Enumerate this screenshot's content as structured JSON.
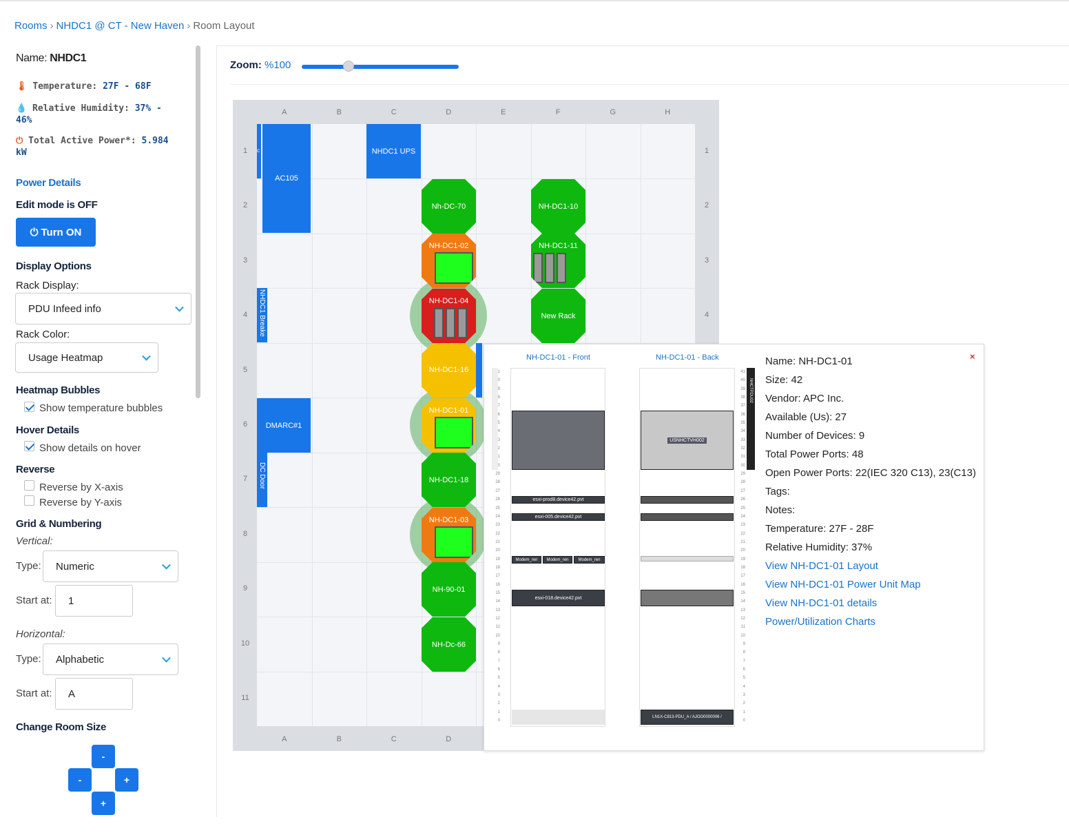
{
  "breadcrumb": {
    "items": [
      "Rooms",
      "NHDC1 @ CT - New Haven",
      "Room Layout"
    ]
  },
  "sidebar": {
    "name_label": "Name:",
    "name_value": "NHDC1",
    "temperature_label": "Temperature:",
    "temperature_value": "27F - 68F",
    "humidity_label": "Relative Humidity:",
    "humidity_value_1": "37% -",
    "humidity_value_2": "46%",
    "power_label": "Total Active Power*:",
    "power_value_1": "5.984",
    "power_value_2": "kW",
    "power_details": "Power Details",
    "edit_mode": "Edit mode is OFF",
    "turn_on": "Turn ON",
    "display_options": "Display Options",
    "rack_display_label": "Rack Display:",
    "rack_display_value": "PDU Infeed info",
    "rack_color_label": "Rack Color:",
    "rack_color_value": "Usage Heatmap",
    "heatmap_bubbles": "Heatmap Bubbles",
    "show_temp_bubbles": "Show temperature bubbles",
    "hover_details": "Hover Details",
    "show_hover": "Show details on hover",
    "reverse": "Reverse",
    "reverse_x": "Reverse by X-axis",
    "reverse_y": "Reverse by Y-axis",
    "grid_numbering": "Grid & Numbering",
    "vertical": "Vertical:",
    "v_type_label": "Type:",
    "v_type_value": "Numeric",
    "v_start_label": "Start at:",
    "v_start_value": "1",
    "horizontal": "Horizontal:",
    "h_type_label": "Type:",
    "h_type_value": "Alphabetic",
    "h_start_label": "Start at:",
    "h_start_value": "A",
    "change_room_size": "Change Room Size",
    "size_buttons": [
      "-",
      "-",
      "+",
      "+"
    ]
  },
  "zoom": {
    "label": "Zoom:",
    "value": "%100",
    "level": 100
  },
  "grid": {
    "cols": [
      "A",
      "B",
      "C",
      "D",
      "E",
      "F",
      "G",
      "H"
    ],
    "rows": [
      "1",
      "2",
      "3",
      "4",
      "5",
      "6",
      "7",
      "8",
      "9",
      "10",
      "11"
    ],
    "objects": {
      "ac105": "AC105",
      "ups": "NHDC1 UPS",
      "breaker": "NHDC1 Breake",
      "dmarc": "DMARC#1",
      "dc_door": "DC Door",
      "c_small": "c"
    },
    "racks": {
      "nh_dc_70": "Nh-DC-70",
      "nh_dc1_10": "NH-DC1-10",
      "nh_dc1_02": "NH-DC1-02",
      "nh_dc1_11": "NH-DC1-11",
      "nh_dc1_04": "NH-DC1-04",
      "new_rack": "New Rack",
      "nh_dc1_16": "NH-DC1-16",
      "nh_dc1_01": "NH-DC1-01",
      "nh_dc1_18": "NH-DC1-18",
      "nh_dc1_03": "NH-DC1-03",
      "nh_90_01": "NH-90-01",
      "nh_dc_66": "NH-Dc-66"
    },
    "colors": {
      "green": "#0fb80f",
      "orange": "#f07a12",
      "red": "#d91e1e",
      "yellow": "#f5c000",
      "blue": "#1976e8"
    }
  },
  "popup": {
    "front_title": "NH-DC1-01 - Front",
    "back_title": "NH-DC1-01 - Back",
    "front_devices": [
      "esxi-prod8.device42.pvt",
      "esxi-005.device42.pvt",
      "Modem_ren",
      "Modem_ren",
      "Modem_ren",
      "esxi-018.device42.pvt"
    ],
    "back_devices": [
      "USNHCTVH002",
      "LN1X-C813-PDU_A / AJOO0000006 /"
    ],
    "back_pdu": "NHCTPDU02",
    "close": "×",
    "details": [
      "Name: NH-DC1-01",
      "Size: 42",
      "Vendor: APC Inc.",
      "Available (Us): 27",
      "Number of Devices: 9",
      "Total Power Ports: 48",
      "Open Power Ports: 22(IEC 320 C13), 23(C13)",
      "Tags:",
      "Notes:",
      "Temperature: 27F - 28F",
      "Relative Humidity: 37%"
    ],
    "links": [
      "View NH-DC1-01 Layout",
      "View NH-DC1-01 Power Unit Map",
      "View NH-DC1-01 details",
      "Power/Utilization Charts"
    ]
  }
}
